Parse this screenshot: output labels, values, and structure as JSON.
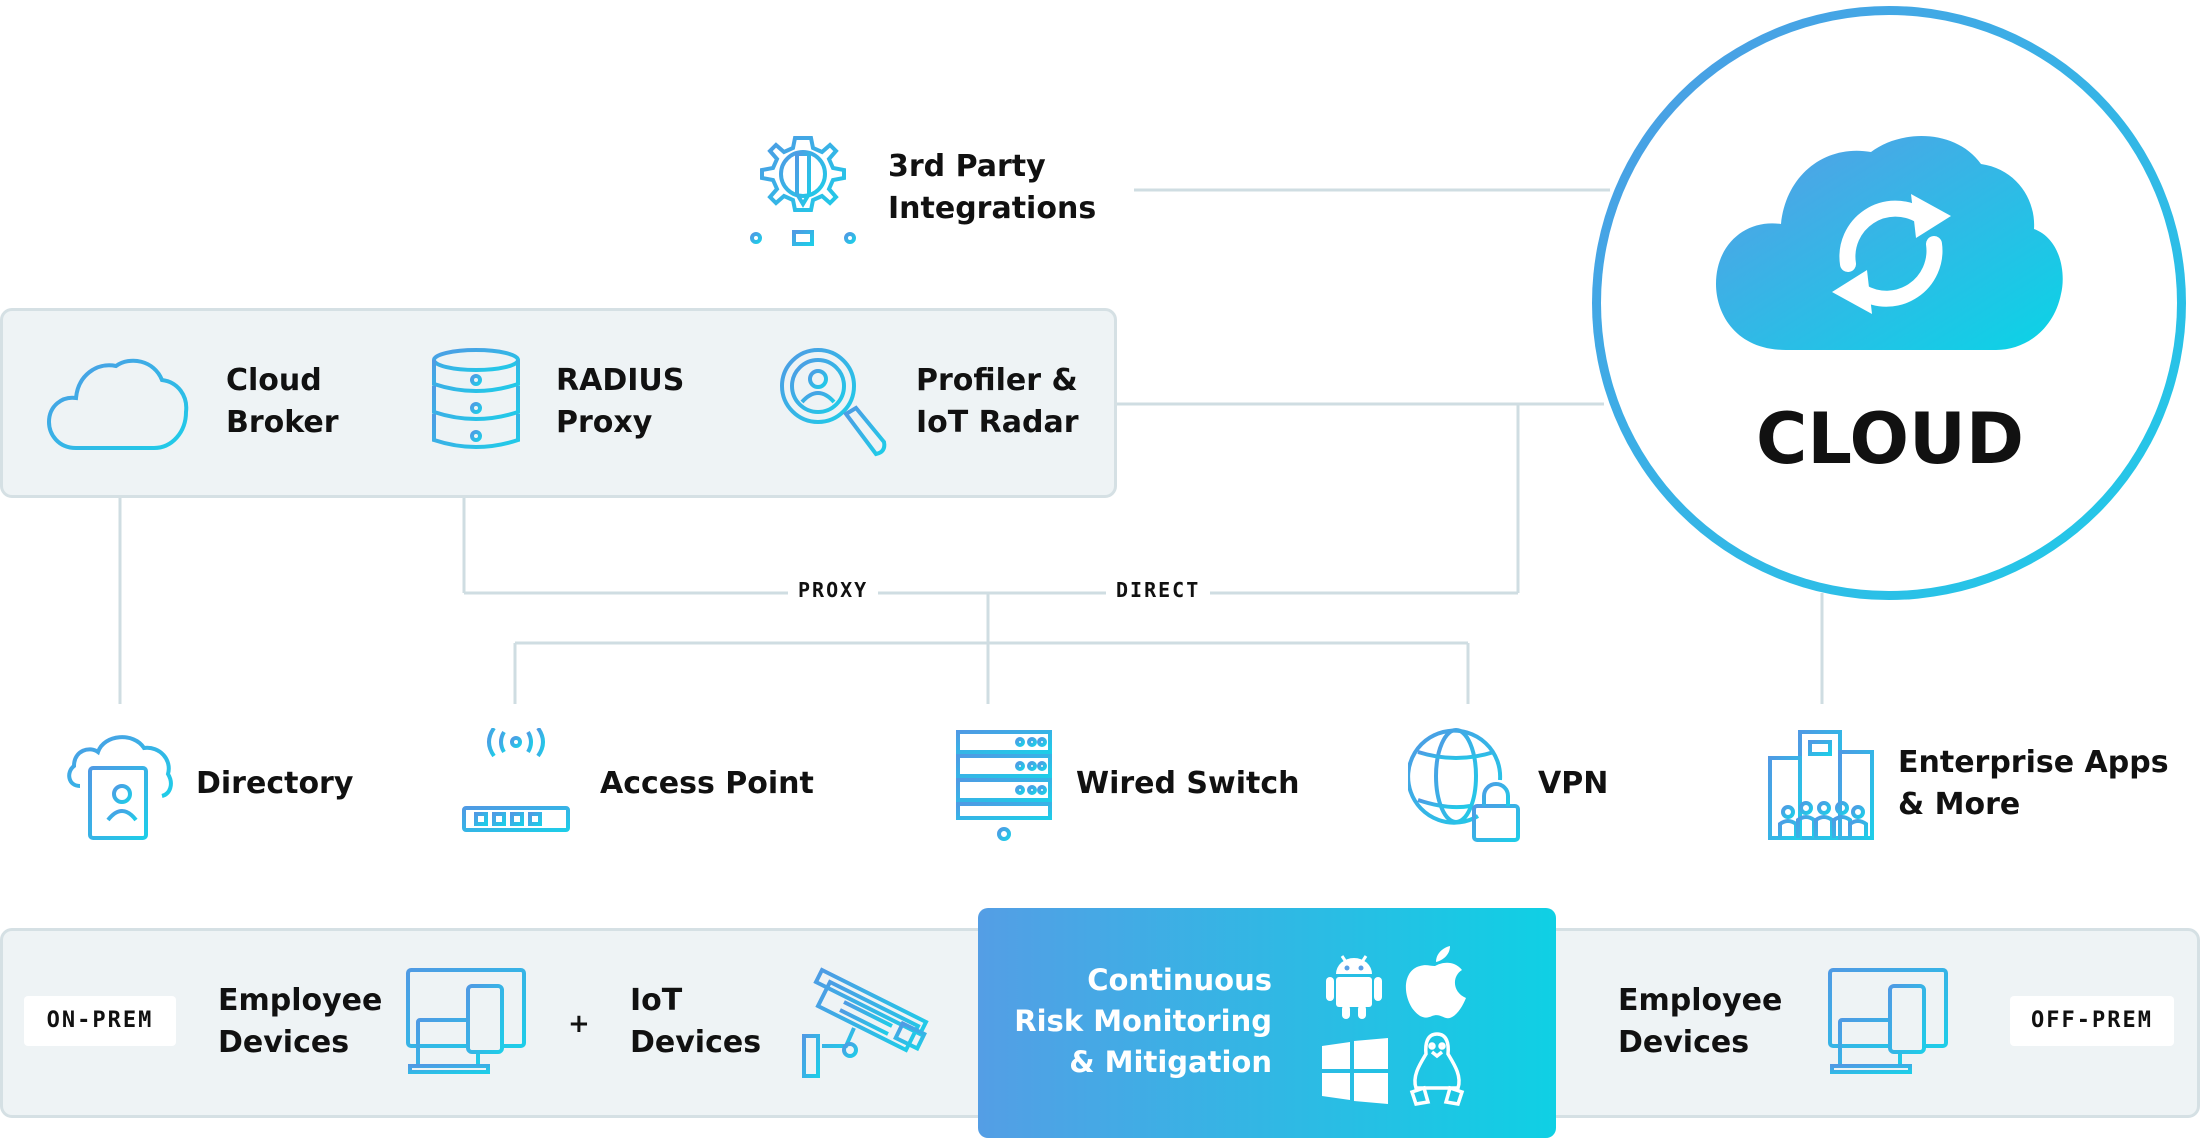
{
  "cloud": {
    "title": "CLOUD"
  },
  "integrations": {
    "label_line1": "3rd Party",
    "label_line2": "Integrations"
  },
  "broker_panel": {
    "cloud_broker": {
      "line1": "Cloud",
      "line2": "Broker"
    },
    "radius_proxy": {
      "line1": "RADIUS",
      "line2": "Proxy"
    },
    "profiler": {
      "line1": "Profiler &",
      "line2": "IoT Radar"
    }
  },
  "connections": {
    "proxy": "PROXY",
    "direct": "DIRECT"
  },
  "services": {
    "directory": "Directory",
    "access_point": "Access Point",
    "wired_switch": "Wired Switch",
    "vpn": "VPN",
    "enterprise_line1": "Enterprise Apps",
    "enterprise_line2": "& More"
  },
  "devices_panel": {
    "on_prem": "ON-PREM",
    "off_prem": "OFF-PREM",
    "employee_left": {
      "line1": "Employee",
      "line2": "Devices"
    },
    "plus": "+",
    "iot": {
      "line1": "IoT",
      "line2": "Devices"
    },
    "risk": {
      "line1": "Continuous",
      "line2": "Risk Monitoring",
      "line3": "& Mitigation"
    },
    "employee_right": {
      "line1": "Employee",
      "line2": "Devices"
    }
  },
  "icons": [
    "gear-pencil-icon",
    "cloud-icon",
    "database-icon",
    "magnifier-user-icon",
    "directory-icon",
    "access-point-icon",
    "server-icon",
    "globe-lock-icon",
    "building-icon",
    "monitor-phone-icon",
    "security-camera-icon",
    "android-icon",
    "apple-icon",
    "windows-icon",
    "linux-icon",
    "cloud-sync-icon"
  ],
  "colors": {
    "accent_start": "#4f9ae4",
    "accent_end": "#1ecde8",
    "line": "#cfdde2",
    "panel": "#eef3f5"
  }
}
